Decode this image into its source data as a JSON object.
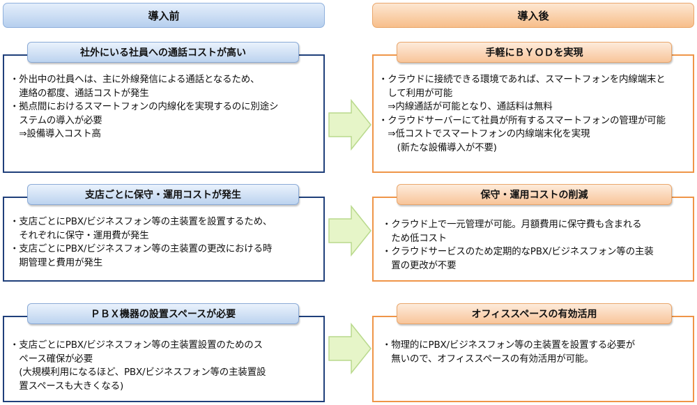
{
  "columns": {
    "before": "導入前",
    "after": "導入後"
  },
  "rows": [
    {
      "before_title": "社外にいる社員への通話コストが高い",
      "before_lines": [
        "・外出中の社員へは、主に外線発信による通話となるため、",
        "　連絡の都度、通話コストが発生",
        "・拠点間におけるスマートフォンの内線化を実現するのに別途シ",
        "　ステムの導入が必要",
        "　⇒設備導入コスト高"
      ],
      "after_title": "手軽にＢＹＯＤを実現",
      "after_lines": [
        "・クラウドに接続できる環境であれば、スマートフォンを内線端末と",
        "　して利用が可能",
        "　⇒内線通話が可能となり、通話料は無料",
        "・クラウドサーバーにて社員が所有するスマートフォンの管理が可能",
        "　⇒低コストでスマートフォンの内線端末化を実現",
        "　　(新たな設備導入が不要)"
      ]
    },
    {
      "before_title": "支店ごとに保守・運用コストが発生",
      "before_lines": [
        "・支店ごとにPBX/ビジネスフォン等の主装置を設置するため、",
        "　それぞれに保守・運用費が発生",
        "・支店ごとにPBX/ビジネスフォン等の主装置の更改における時",
        "　期管理と費用が発生"
      ],
      "after_title": "保守・運用コストの削減",
      "after_lines": [
        "・クラウド上で一元管理が可能。月額費用に保守費も含まれる",
        "　ため低コスト",
        "・クラウドサービスのため定期的なPBX/ビジネスフォン等の主装",
        "　置の更改が不要"
      ]
    },
    {
      "before_title": "ＰＢＸ機器の設置スペースが必要",
      "before_lines": [
        "・支店ごとにPBX/ビジネスフォン等の主装置設置のためのス",
        "　ペース確保が必要",
        "　(大規模利用になるほど、PBX/ビジネスフォン等の主装置設",
        "　置スペースも大きくなる)"
      ],
      "after_title": "オフィススペースの有効活用",
      "after_lines": [
        "・物理的にPBX/ビジネスフォン等の主装置を設置する必要が",
        "　無いので、オフィススペースの有効活用が可能。"
      ]
    }
  ],
  "colors": {
    "before_border": "#1f3f7a",
    "after_border": "#ef9548",
    "arrow_fill": "#e6f5c8"
  }
}
